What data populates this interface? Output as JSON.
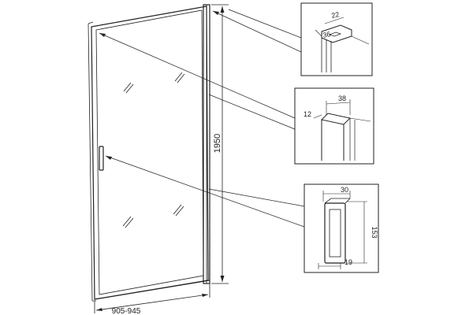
{
  "main": {
    "height_label": "1950",
    "width_label": "905-945"
  },
  "details": {
    "top_profile": {
      "dim_a": "22",
      "dim_b": "36"
    },
    "side_profile": {
      "dim_a": "12",
      "dim_b": "38"
    },
    "handle": {
      "dim_width": "30",
      "dim_height": "153",
      "dim_depth": "19"
    }
  },
  "colors": {
    "line": "#222222",
    "background": "#ffffff"
  }
}
